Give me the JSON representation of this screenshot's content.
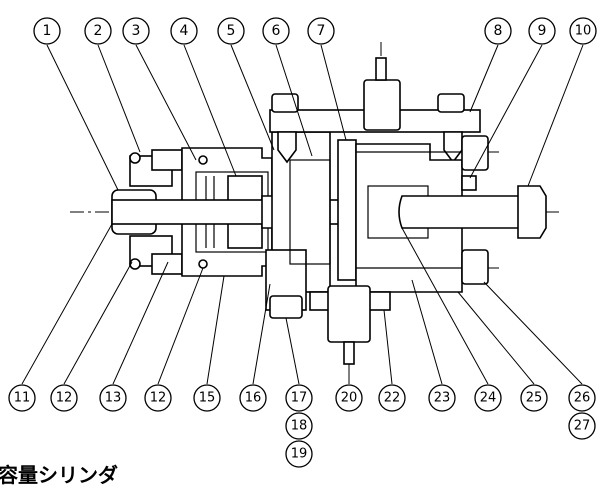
{
  "caption": "容量シリンダ",
  "balloons_top": [
    "1",
    "2",
    "3",
    "4",
    "5",
    "6",
    "7",
    "8",
    "9",
    "10"
  ],
  "balloons_bottom": [
    "11",
    "12",
    "13",
    "12",
    "15",
    "16",
    "17",
    "20",
    "22",
    "23",
    "24",
    "25",
    "26"
  ],
  "balloons_stacked": [
    "18",
    "19",
    "27"
  ]
}
